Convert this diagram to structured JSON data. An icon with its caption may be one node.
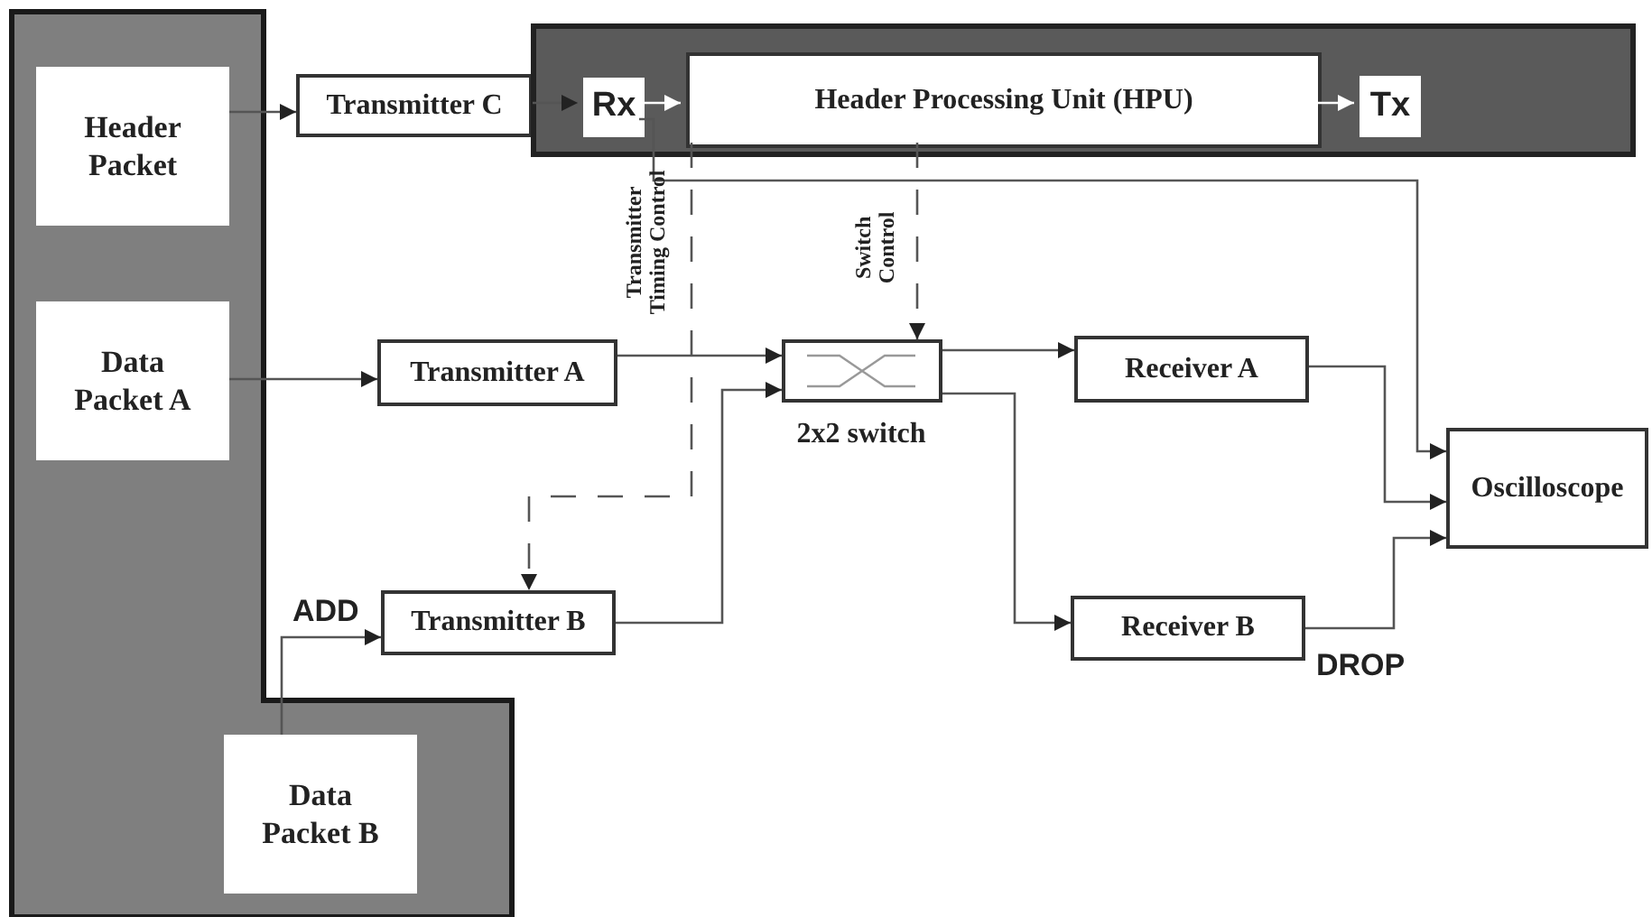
{
  "diagram": {
    "nodes": [
      {
        "text": [],
        "shape": "box"
      },
      {
        "text": [
          "Header Packet"
        ],
        "in": 0
      },
      {
        "text": [
          "Data Packet A"
        ],
        "in": 0
      },
      {
        "text": [
          "Data Packet B"
        ],
        "in": 0
      },
      {
        "text": [
          "Transmitter C"
        ]
      },
      {
        "text": [],
        "shape": "box"
      },
      {
        "text": [
          "Rx"
        ],
        "in": 5
      },
      {
        "text": [
          "Header Processing Unit (HPU)"
        ],
        "in": 5
      },
      {
        "text": [
          "Tx"
        ],
        "in": 5
      },
      {
        "text": [
          "Transmitter A"
        ]
      },
      {
        "text": [
          "Transmitter B"
        ],
        "beside": [
          "ADD"
        ]
      },
      {
        "text": [
          "2x2 switch"
        ]
      },
      {
        "text": [
          "Receiver A"
        ]
      },
      {
        "text": [
          "Receiver B"
        ],
        "beside": [
          "DROP"
        ]
      },
      {
        "text": [
          "Oscilloscope"
        ]
      }
    ],
    "edges": [
      {
        "from": 1,
        "to": 4,
        "arrow": "to"
      },
      {
        "from": 4,
        "to": 6,
        "arrow": "to"
      },
      {
        "from": 6,
        "to": 7,
        "arrow": "to",
        "color": "#ffffff"
      },
      {
        "from": 7,
        "to": 8,
        "arrow": "to",
        "color": "#ffffff"
      },
      {
        "from": 6,
        "to": 14,
        "arrow": "to"
      },
      {
        "from": 2,
        "to": 9,
        "arrow": "to"
      },
      {
        "from": 9,
        "to": 11,
        "arrow": "to"
      },
      {
        "from": 10,
        "to": 11,
        "arrow": "to"
      },
      {
        "from": 3,
        "to": 10,
        "arrow": "to"
      },
      {
        "from": 7,
        "to": 10,
        "arrow": "to",
        "style": "dashed",
        "label": "Transmitter Timing Control"
      },
      {
        "from": 7,
        "to": 11,
        "arrow": "to",
        "style": "dashed",
        "label": "Switch Control"
      },
      {
        "from": 11,
        "to": 12,
        "arrow": "to"
      },
      {
        "from": 11,
        "to": 13,
        "arrow": "to"
      },
      {
        "from": 12,
        "to": 14,
        "arrow": "to"
      },
      {
        "from": 13,
        "to": 14,
        "arrow": "to"
      }
    ]
  }
}
